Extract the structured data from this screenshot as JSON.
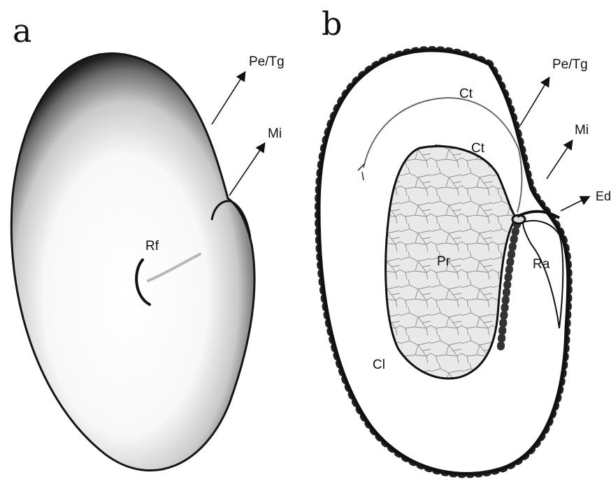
{
  "panels": [
    {
      "letter": "a",
      "labels": {
        "pe_tg": "Pe/Tg",
        "mi": "Mi",
        "rf": "Rf"
      }
    },
    {
      "letter": "b",
      "labels": {
        "pe_tg": "Pe/Tg",
        "mi": "Mi",
        "ed": "Ed",
        "ct_outer": "Ct",
        "ct_inner": "Ct",
        "pr": "Pr",
        "ra": "Ra",
        "cl": "Cl"
      }
    }
  ],
  "colors": {
    "ink": "#111111",
    "cell_fill": "#e9e9e9",
    "paper": "#ffffff"
  }
}
